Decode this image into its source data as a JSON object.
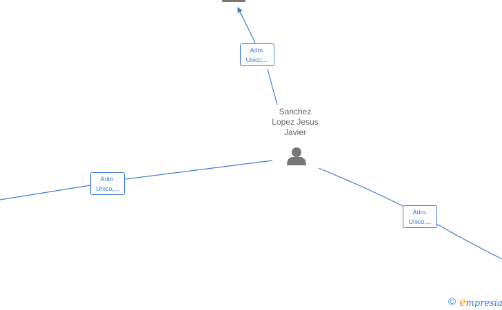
{
  "person": {
    "name_lines": [
      "Sanchez",
      "Lopez Jesus",
      "Javier"
    ],
    "icon": "person-icon"
  },
  "relations": [
    {
      "line1": "Adm.",
      "line2": "Unico,..."
    },
    {
      "line1": "Adm.",
      "line2": "Unico,..."
    },
    {
      "line1": "Adm.",
      "line2": "Unico,..."
    }
  ],
  "brand": {
    "copyright": "©",
    "initial": "e",
    "rest": "mpresia"
  },
  "colors": {
    "edge": "#3a7bd5",
    "node_icon": "#777777",
    "brand_accent": "#f29100"
  }
}
